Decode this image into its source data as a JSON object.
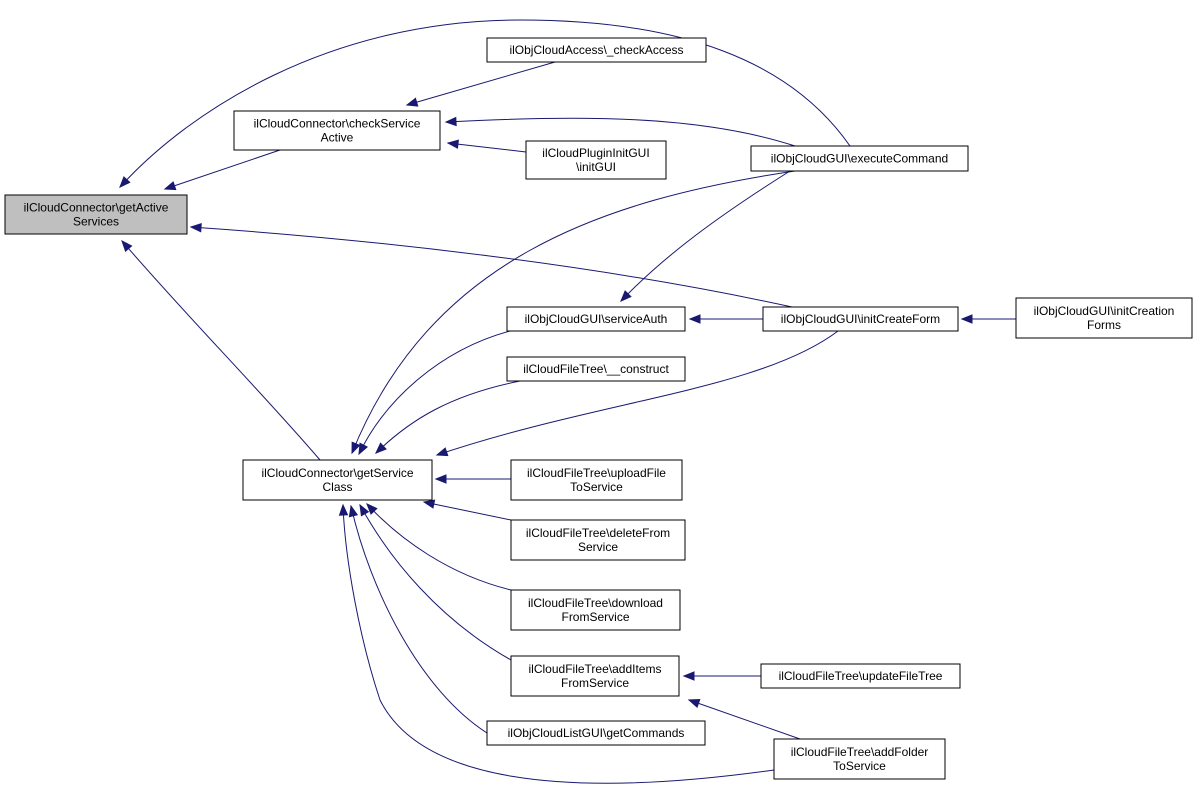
{
  "diagram": {
    "nodes": [
      {
        "id": "getActiveServices",
        "lines": [
          "ilCloudConnector\\getActive",
          "Services"
        ],
        "highlighted": true
      },
      {
        "id": "checkServiceActive",
        "lines": [
          "ilCloudConnector\\checkService",
          "Active"
        ]
      },
      {
        "id": "checkAccess",
        "lines": [
          "ilObjCloudAccess\\_checkAccess"
        ]
      },
      {
        "id": "initGUI",
        "lines": [
          "ilCloudPluginInitGUI",
          "\\initGUI"
        ]
      },
      {
        "id": "executeCommand",
        "lines": [
          "ilObjCloudGUI\\executeCommand"
        ]
      },
      {
        "id": "serviceAuth",
        "lines": [
          "ilObjCloudGUI\\serviceAuth"
        ]
      },
      {
        "id": "initCreateForm",
        "lines": [
          "ilObjCloudGUI\\initCreateForm"
        ]
      },
      {
        "id": "initCreationForms",
        "lines": [
          "ilObjCloudGUI\\initCreation",
          "Forms"
        ]
      },
      {
        "id": "construct",
        "lines": [
          "ilCloudFileTree\\__construct"
        ]
      },
      {
        "id": "getServiceClass",
        "lines": [
          "ilCloudConnector\\getService",
          "Class"
        ]
      },
      {
        "id": "uploadFileToService",
        "lines": [
          "ilCloudFileTree\\uploadFile",
          "ToService"
        ]
      },
      {
        "id": "deleteFromService",
        "lines": [
          "ilCloudFileTree\\deleteFrom",
          "Service"
        ]
      },
      {
        "id": "downloadFromService",
        "lines": [
          "ilCloudFileTree\\download",
          "FromService"
        ]
      },
      {
        "id": "addItemsFromService",
        "lines": [
          "ilCloudFileTree\\addItems",
          "FromService"
        ]
      },
      {
        "id": "updateFileTree",
        "lines": [
          "ilCloudFileTree\\updateFileTree"
        ]
      },
      {
        "id": "getCommands",
        "lines": [
          "ilObjCloudListGUI\\getCommands"
        ]
      },
      {
        "id": "addFolderToService",
        "lines": [
          "ilCloudFileTree\\addFolder",
          "ToService"
        ]
      }
    ],
    "edges": [
      {
        "from": "checkServiceActive",
        "to": "getActiveServices"
      },
      {
        "from": "executeCommand",
        "to": "getActiveServices"
      },
      {
        "from": "initCreateForm",
        "to": "getActiveServices"
      },
      {
        "from": "getServiceClass",
        "to": "getActiveServices"
      },
      {
        "from": "checkAccess",
        "to": "checkServiceActive"
      },
      {
        "from": "executeCommand",
        "to": "checkServiceActive"
      },
      {
        "from": "initGUI",
        "to": "checkServiceActive"
      },
      {
        "from": "executeCommand",
        "to": "serviceAuth"
      },
      {
        "from": "initCreateForm",
        "to": "serviceAuth"
      },
      {
        "from": "initCreationForms",
        "to": "initCreateForm"
      },
      {
        "from": "executeCommand",
        "to": "getServiceClass"
      },
      {
        "from": "serviceAuth",
        "to": "getServiceClass"
      },
      {
        "from": "construct",
        "to": "getServiceClass"
      },
      {
        "from": "initCreateForm",
        "to": "getServiceClass"
      },
      {
        "from": "uploadFileToService",
        "to": "getServiceClass"
      },
      {
        "from": "deleteFromService",
        "to": "getServiceClass"
      },
      {
        "from": "downloadFromService",
        "to": "getServiceClass"
      },
      {
        "from": "addItemsFromService",
        "to": "getServiceClass"
      },
      {
        "from": "getCommands",
        "to": "getServiceClass"
      },
      {
        "from": "addFolderToService",
        "to": "getServiceClass"
      },
      {
        "from": "updateFileTree",
        "to": "addItemsFromService"
      },
      {
        "from": "addFolderToService",
        "to": "addItemsFromService"
      }
    ],
    "colors": {
      "edge": "#191970",
      "highlight_fill": "#bfbfbf",
      "node_border": "#000000"
    }
  }
}
